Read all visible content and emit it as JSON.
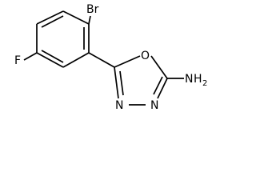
{
  "molecule": {
    "atoms": {
      "bromo": "Br",
      "fluoro": "F",
      "ring_oxygen": "O",
      "ring_nitrogen_left": "N",
      "ring_nitrogen_right": "N",
      "amine_n": "N",
      "amine_h": "H",
      "amine_h_count": "2"
    }
  }
}
